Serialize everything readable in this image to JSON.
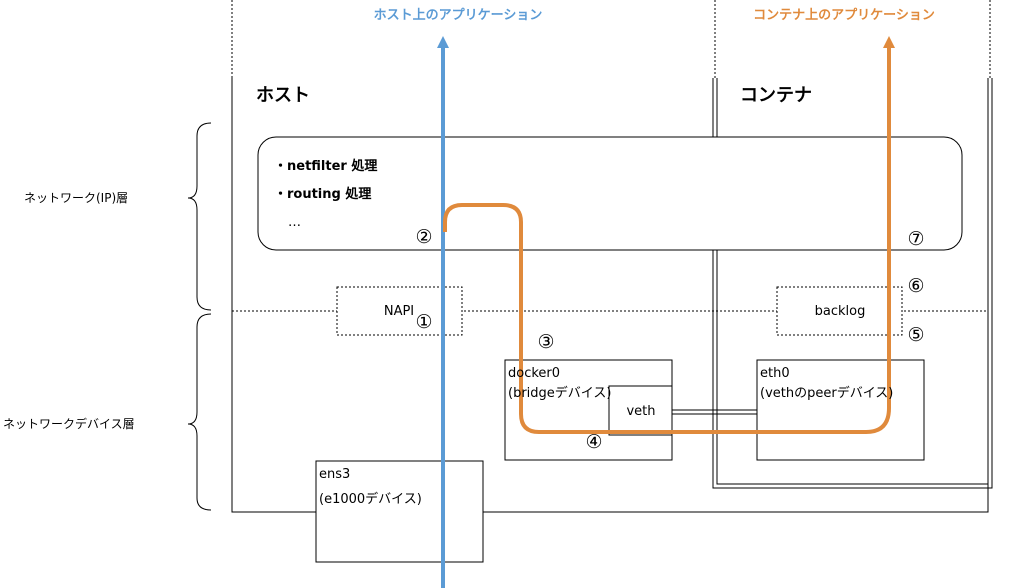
{
  "headers": {
    "host_app": "ホスト上のアプリケーション",
    "container_app": "コンテナ上のアプリケーション"
  },
  "sections": {
    "host": "ホスト",
    "container": "コンテナ"
  },
  "layers": {
    "network_layer": "ネットワーク(IP)層",
    "device_layer": "ネットワークデバイス層"
  },
  "processing": {
    "items": [
      "・netfilter 処理",
      "・routing 処理",
      "…"
    ]
  },
  "boxes": {
    "napi": "NAPI",
    "backlog": "backlog",
    "docker0_name": "docker0",
    "docker0_desc": "(bridgeデバイス)",
    "veth": "veth",
    "eth0_name": "eth0",
    "eth0_desc": "(vethのpeerデバイス)",
    "ens3_name": "ens3",
    "ens3_desc": "(e1000デバイス)"
  },
  "steps": [
    "①",
    "②",
    "③",
    "④",
    "⑤",
    "⑥",
    "⑦"
  ],
  "colors": {
    "host_path": "#5b9bd5",
    "container_path": "#e08a3c",
    "line": "#000000"
  }
}
